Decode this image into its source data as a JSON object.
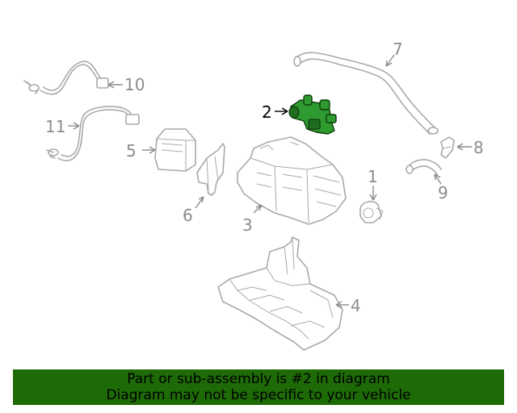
{
  "callouts": {
    "c1": "1",
    "c2": "2",
    "c3": "3",
    "c4": "4",
    "c5": "5",
    "c6": "6",
    "c7": "7",
    "c8": "8",
    "c9": "9",
    "c10": "10",
    "c11": "11"
  },
  "highlighted_part": "2",
  "highlight_color": "#2f9a2f",
  "banner": {
    "line1": "Part or sub-assembly is #2 in diagram",
    "line2": "Diagram may not be specific to your vehicle",
    "background": "#1e6a06"
  }
}
